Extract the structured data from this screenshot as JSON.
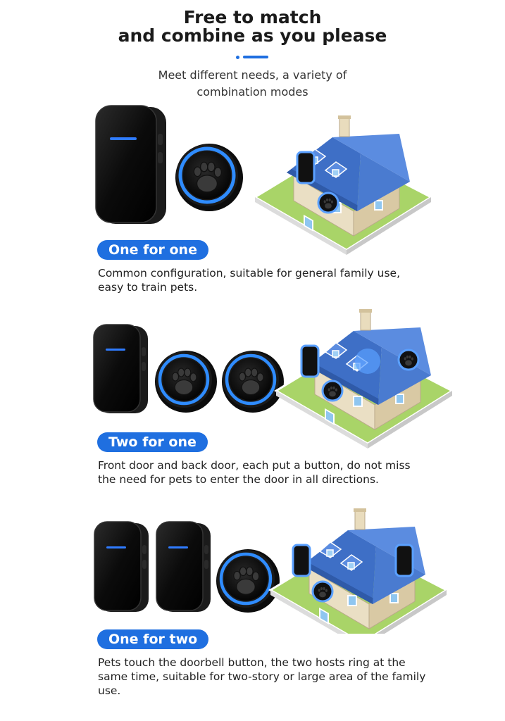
{
  "header": {
    "title_line1": "Free to match",
    "title_line2": "and combine as you please",
    "subtitle_line1": "Meet different needs, a variety of",
    "subtitle_line2": "combination modes"
  },
  "colors": {
    "accent": "#1f6fe0",
    "badge": "#1f6fe0",
    "device_body": "#111111",
    "device_light": "#2f7bff",
    "roof": "#4a7bd0",
    "lawn": "#a9d468",
    "wall": "#e8dcc0"
  },
  "icons": [
    "receiver-device",
    "paw-button",
    "house-illustration"
  ],
  "sections": [
    {
      "badge": "One for one",
      "description": "Common configuration, suitable for general family use, easy to train pets."
    },
    {
      "badge": "Two for one",
      "description": "Front door and back door, each put a button, do not miss the need for pets to enter the door in all directions."
    },
    {
      "badge": "One for two",
      "description": "Pets touch the doorbell button, the two hosts ring at the same time, suitable for two-story or large area of the family use."
    }
  ]
}
